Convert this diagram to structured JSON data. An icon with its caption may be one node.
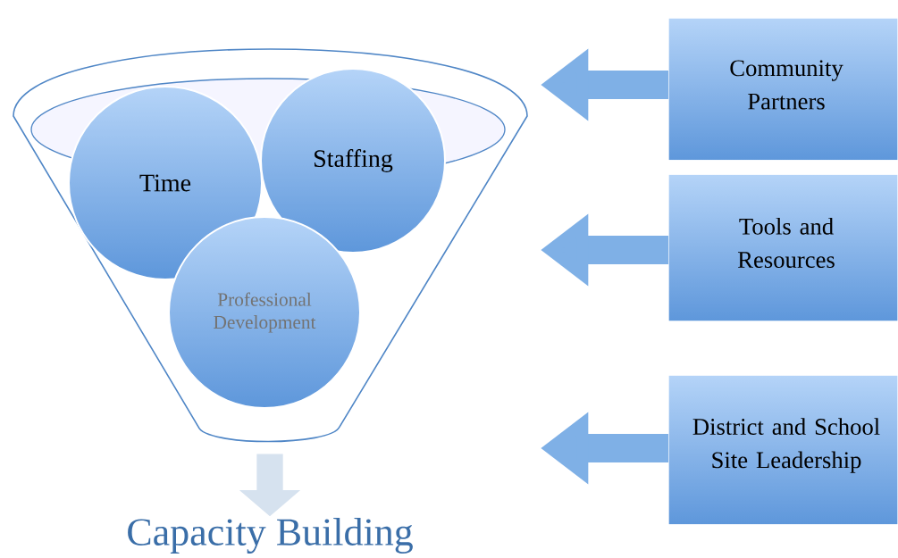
{
  "diagram": {
    "nodes": [
      {
        "text": [],
        "shape": "funnel"
      },
      {
        "text": [
          "Time"
        ],
        "in": 0
      },
      {
        "text": [
          "Staffing"
        ],
        "in": 0
      },
      {
        "text": [
          "Professional Development"
        ],
        "in": 0
      },
      {
        "text": [
          "Capacity Building"
        ]
      },
      {
        "text": [
          "Community Partners"
        ]
      },
      {
        "text": [
          "Tools and Resources"
        ]
      },
      {
        "text": [
          "District and School Site Leadership"
        ]
      }
    ],
    "edges": [
      {
        "from": 0,
        "to": 4,
        "arrow": "to",
        "color": "#d6e2ef"
      },
      {
        "from": 5,
        "to": null,
        "arrow": "to"
      },
      {
        "from": 6,
        "to": null,
        "arrow": "to"
      },
      {
        "from": 7,
        "to": null,
        "arrow": "to"
      }
    ]
  }
}
